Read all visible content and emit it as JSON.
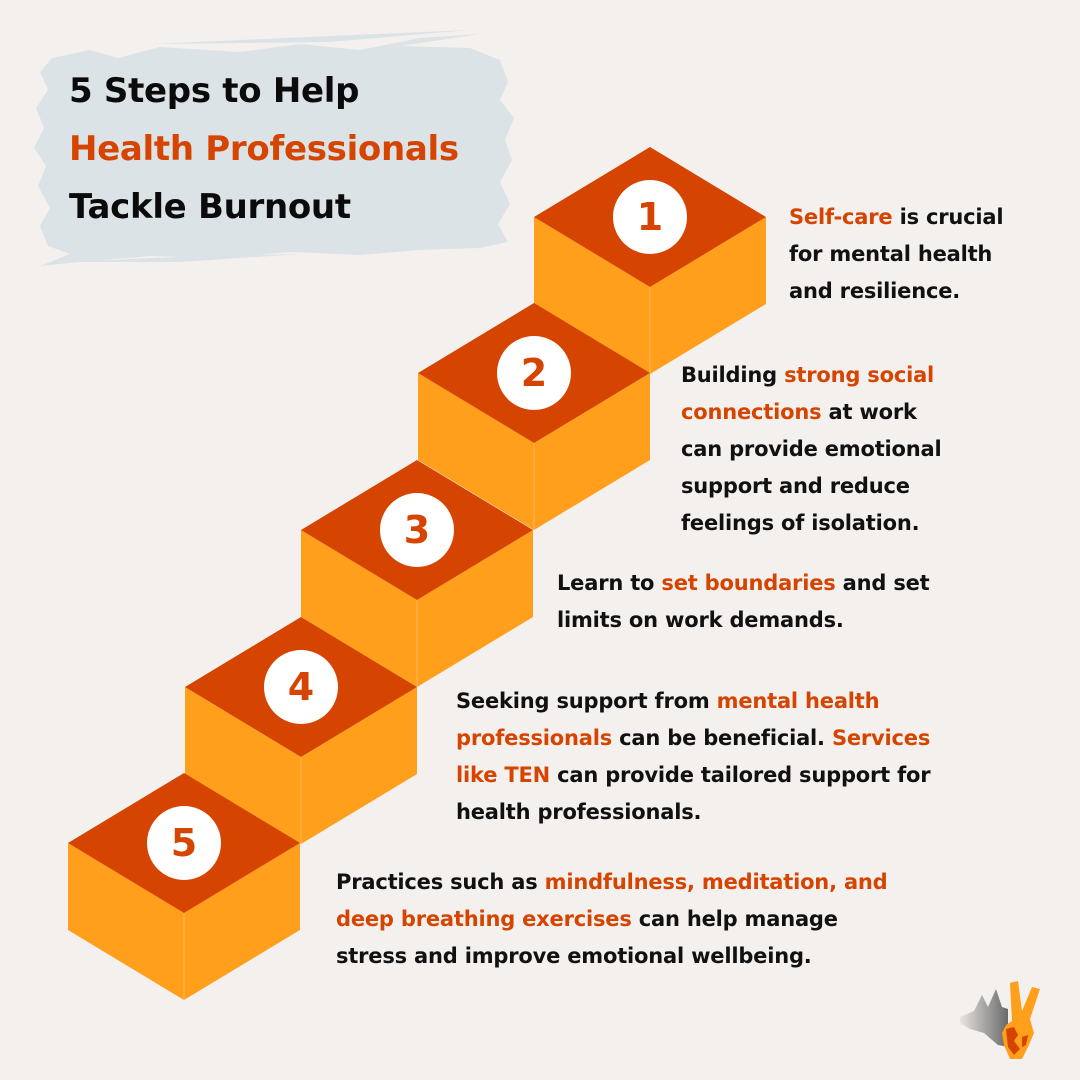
{
  "title": {
    "line1": "5 Steps to Help",
    "line2": "Health Professionals",
    "line3": "Tackle Burnout"
  },
  "colors": {
    "background": "#F4F0EE",
    "brush": "#DCE3E6",
    "accent": "#D54400",
    "cube_top": "#D54400",
    "cube_side": "#FF9F1C",
    "text": "#111111"
  },
  "steps": [
    {
      "number": "1",
      "lines": [
        [
          {
            "t": "Self-care",
            "hl": true
          },
          {
            "t": " is crucial",
            "hl": false
          }
        ],
        [
          {
            "t": "for mental health",
            "hl": false
          }
        ],
        [
          {
            "t": "and resilience.",
            "hl": false
          }
        ]
      ]
    },
    {
      "number": "2",
      "lines": [
        [
          {
            "t": "Building ",
            "hl": false
          },
          {
            "t": "strong social",
            "hl": true
          }
        ],
        [
          {
            "t": "connections",
            "hl": true
          },
          {
            "t": " at work",
            "hl": false
          }
        ],
        [
          {
            "t": "can provide emotional",
            "hl": false
          }
        ],
        [
          {
            "t": "support and reduce",
            "hl": false
          }
        ],
        [
          {
            "t": "feelings of isolation.",
            "hl": false
          }
        ]
      ]
    },
    {
      "number": "3",
      "lines": [
        [
          {
            "t": "Learn to ",
            "hl": false
          },
          {
            "t": "set boundaries",
            "hl": true
          },
          {
            "t": " and set",
            "hl": false
          }
        ],
        [
          {
            "t": "limits on work demands.",
            "hl": false
          }
        ]
      ]
    },
    {
      "number": "4",
      "lines": [
        [
          {
            "t": "Seeking support from ",
            "hl": false
          },
          {
            "t": "mental health",
            "hl": true
          }
        ],
        [
          {
            "t": "professionals",
            "hl": true
          },
          {
            "t": " can be beneficial. ",
            "hl": false
          },
          {
            "t": "Services",
            "hl": true
          }
        ],
        [
          {
            "t": "like TEN",
            "hl": true
          },
          {
            "t": " can provide tailored support for",
            "hl": false
          }
        ],
        [
          {
            "t": "health professionals.",
            "hl": false
          }
        ]
      ]
    },
    {
      "number": "5",
      "lines": [
        [
          {
            "t": "Practices such as ",
            "hl": false
          },
          {
            "t": "mindfulness, meditation, and",
            "hl": true
          }
        ],
        [
          {
            "t": "deep breathing exercises",
            "hl": true
          },
          {
            "t": " can help manage",
            "hl": false
          }
        ],
        [
          {
            "t": "stress and improve emotional wellbeing.",
            "hl": false
          }
        ]
      ]
    }
  ],
  "logo": {
    "icon": "hand-wolf-shadow-logo"
  }
}
